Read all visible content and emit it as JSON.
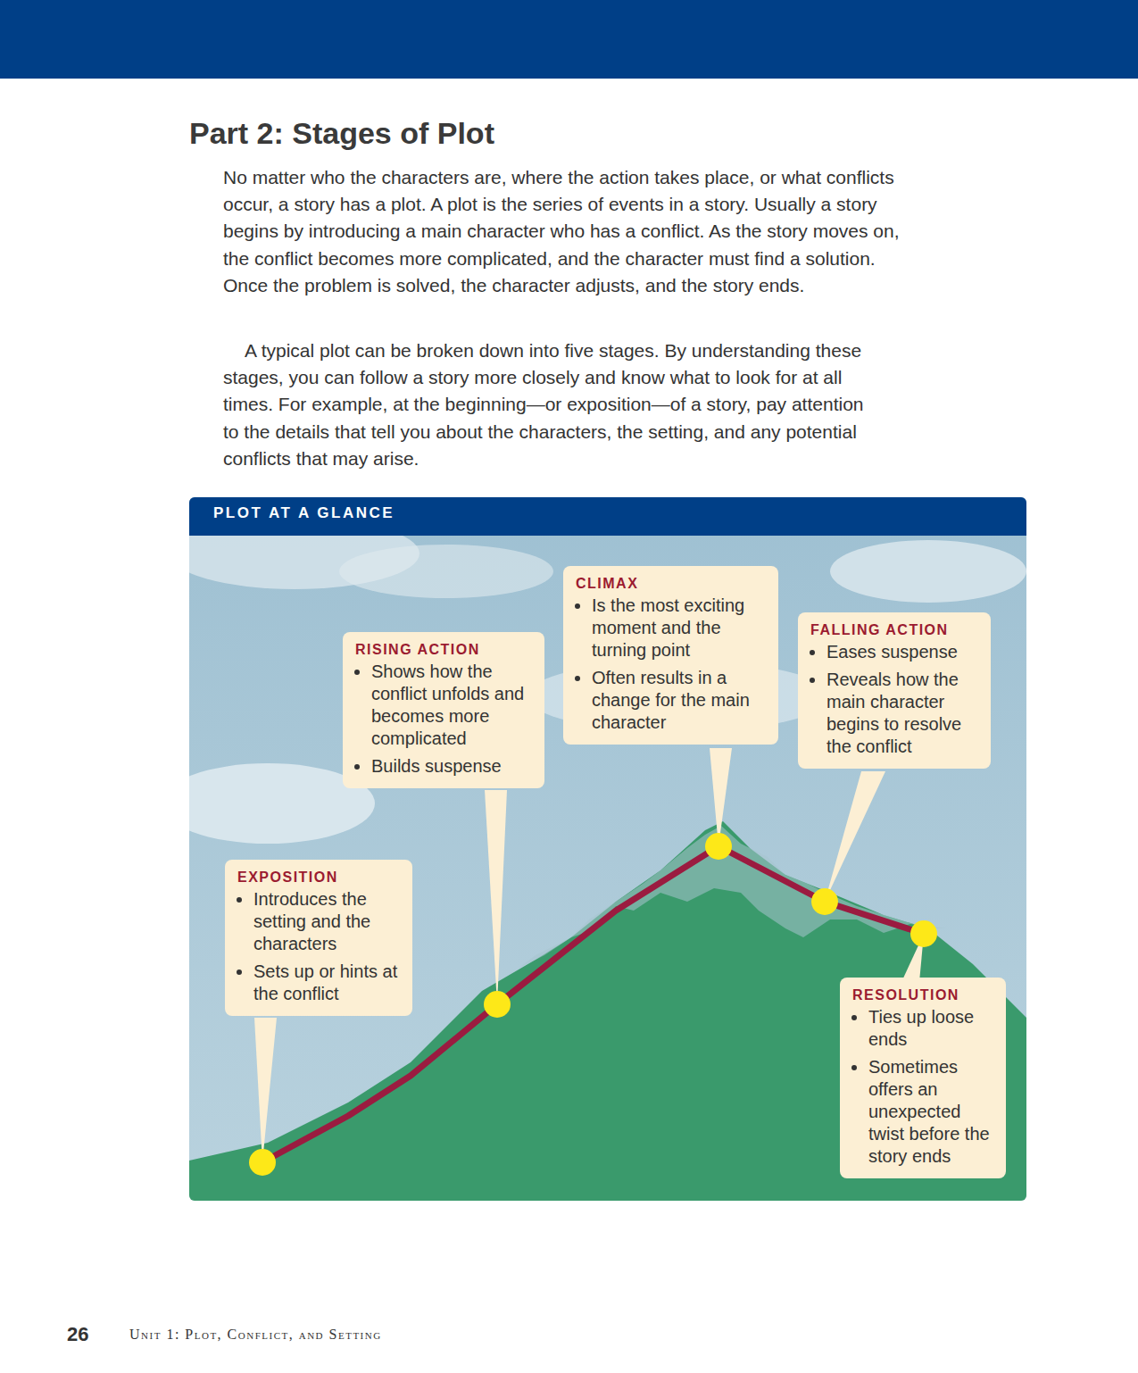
{
  "diagram": {
    "title": "Part 2: Stages of Plot",
    "nodes": [
      {
        "text": [
          "EXPOSITION",
          "Introduces the setting and the characters",
          "Sets up or hints at the conflict"
        ]
      },
      {
        "text": [
          "RISING ACTION",
          "Shows how the conflict unfolds and becomes more complicated",
          "Builds suspense"
        ]
      },
      {
        "text": [
          "CLIMAX",
          "Is the most exciting moment and the turning point",
          "Often results in a change for the main character"
        ]
      },
      {
        "text": [
          "FALLING ACTION",
          "Eases suspense",
          "Reveals how the main character begins to resolve the conflict"
        ]
      },
      {
        "text": [
          "RESOLUTION",
          "Ties up loose ends",
          "Sometimes offers an unexpected twist before the story ends"
        ]
      }
    ],
    "labels": [
      "No matter who the characters are, where the action takes place, or what conflicts occur, a story has a plot. A plot is the series of events in a story. Usually a story begins by introducing a main character who has a conflict. As the story moves on, the conflict becomes more complicated, and the character must find a solution. Once the problem is solved, the character adjusts, and the story ends.",
      "A typical plot can be broken down into five stages. By understanding these stages, you can follow a story more closely and know what to look for at all times. For example, at the beginning—or exposition—of a story, pay attention to the details that tell you about the characters, the setting, and any potential conflicts that may arise.",
      "PLOT AT A GLANCE",
      "26",
      "Unit 1: Plot, Conflict, and Setting"
    ]
  }
}
